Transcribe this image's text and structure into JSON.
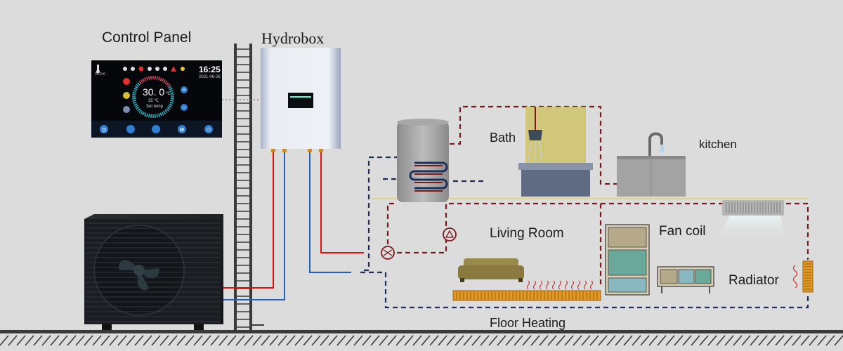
{
  "labels": {
    "control_panel": "Control Panel",
    "hydrobox": "Hydrobox",
    "bath": "Bath",
    "kitchen": "kitchen",
    "living_room": "Living Room",
    "fan_coil": "Fan coil",
    "radiator": "Radiator",
    "floor_heating": "Floor Heating"
  },
  "control_panel_screen": {
    "time": "16:25",
    "date": "2021-06-26",
    "outdoor_temp": "25.5℃",
    "set_temp": "30. 0",
    "set_temp_unit": "℃",
    "current_temp": "35 ℃",
    "set_temp_label": "Set temp"
  },
  "colors": {
    "background": "#dcdcdc",
    "hot_pipe": "#e01010",
    "cold_pipe": "#2060c0",
    "return_dashed": "#1f2f5a",
    "supply_dashed": "#7a1a1a",
    "ground": "#3a3a3a",
    "accent_ring": "#33c7d8"
  },
  "icons": [
    "thermometer-icon",
    "snowflake-icon",
    "water-icon",
    "gear-icon",
    "clock-icon",
    "user-icon",
    "menu-icon",
    "power-icon",
    "plus-icon",
    "minus-icon",
    "fan-icon",
    "pump-icon",
    "valve-icon",
    "shower-icon",
    "faucet-icon"
  ]
}
